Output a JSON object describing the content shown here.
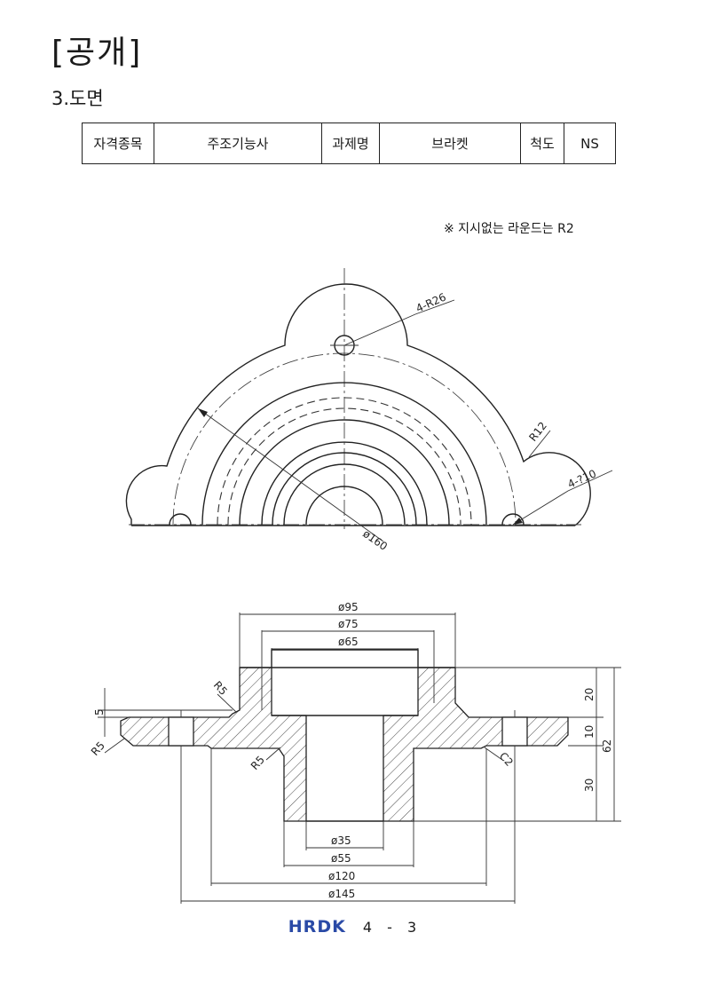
{
  "header": {
    "title": "[공개]",
    "section": "3.도면"
  },
  "info_table": {
    "label_qualification": "자격종목",
    "qualification": "주조기능사",
    "label_task": "과제명",
    "task": "브라켓",
    "label_scale": "척도",
    "scale": "NS"
  },
  "note": "※ 지시없는 라운드는 R2",
  "top_view": {
    "dim_bolt_holes": "4-R26",
    "dim_radius": "R12",
    "dim_small_holes": "4-?10",
    "dim_pcd": "ø160"
  },
  "section_view": {
    "dim_d95": "ø95",
    "dim_d75": "ø75",
    "dim_d65": "ø65",
    "dim_r5_top": "R5",
    "dim_5": "5",
    "dim_r5_left": "R5",
    "dim_r5_inner": "R5",
    "dim_c2": "C2",
    "dim_20": "20",
    "dim_10": "10",
    "dim_62": "62",
    "dim_30": "30",
    "dim_d35": "ø35",
    "dim_d55": "ø55",
    "dim_d120": "ø120",
    "dim_d145": "ø145"
  },
  "footer": {
    "brand": "HRDK",
    "page": "4 - 3"
  }
}
